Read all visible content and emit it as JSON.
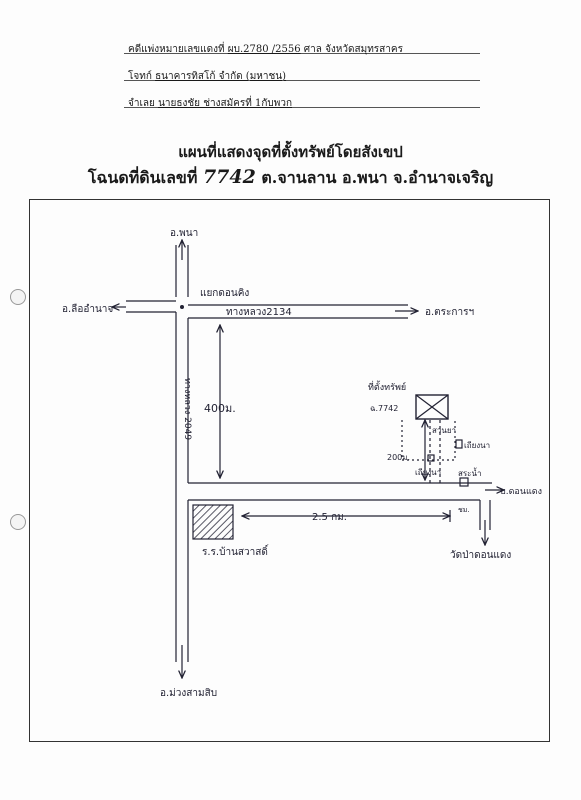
{
  "header": {
    "case_label": "คดีแพ่งหมายเลขแดงที่",
    "case_number": "ผบ.2780 /2556",
    "court_label": "ศาล",
    "court": "จังหวัดสมุทรสาคร",
    "plaintiff_label": "โจทก์",
    "plaintiff": "ธนาคารทิสโก้ จำกัด (มหาชน)",
    "defendant_label": "จำเลย",
    "defendant": "นายธงชัย ช่างสมัครที่ 1กับพวก"
  },
  "title": {
    "line1": "แผนที่แสดงจุดที่ตั้งทรัพย์โดยสังเขป",
    "line2_prefix": "โฉนดที่ดินเลขที่",
    "deed_number": "7742",
    "line2_suffix": "ต.จานลาน อ.พนา จ.อำนาจเจริญ"
  },
  "map": {
    "north": "อ.พนา",
    "west": "อ.ลืออำนาจ",
    "east": "อ.ตระการฯ",
    "south": "อ.ม่วงสามสิบ",
    "junction": "แยกดอนคิง",
    "road_h": "ทางหลวง2134",
    "road_v": "ทางหลวง 2049",
    "dist_400": "400ม.",
    "dist_200": "200ม.",
    "dist_25km": "2.5 กม.",
    "property_label": "ที่ตั้งทรัพย์",
    "property_deed": "ฉ.7742",
    "field_label": "สวนยา",
    "hut1": "เถียงนา",
    "hut2": "เถียงนา",
    "pond": "สระน้ำ",
    "village": "บ.ดอนแดง",
    "km": "ชม.",
    "school": "ร.ร.บ้านสวาสดิ์",
    "temple": "วัดป่าดอนแดง"
  }
}
